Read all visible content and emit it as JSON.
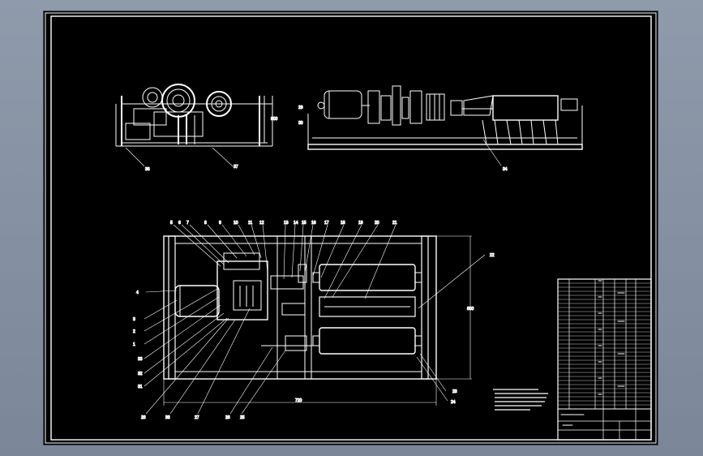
{
  "colors": {
    "background": "#8f9bab",
    "sheet": "#000000",
    "line": "#ffffff"
  },
  "front_view_labels": [
    "36",
    "37"
  ],
  "side_view_labels": [
    "29",
    "30",
    "34"
  ],
  "dimension_labels": [
    "800",
    "720",
    "800"
  ],
  "plan_top_labels": [
    "5",
    "6",
    "7",
    "8",
    "9",
    "10",
    "11",
    "12",
    "13",
    "14",
    "15",
    "16",
    "17",
    "18",
    "19",
    "20",
    "21"
  ],
  "plan_left_labels": [
    "4",
    "3",
    "2",
    "1",
    "33",
    "32",
    "31"
  ],
  "plan_bottom_labels": [
    "28",
    "38",
    "27",
    "26",
    "25"
  ],
  "plan_right_labels": [
    "22",
    "23",
    "24"
  ]
}
